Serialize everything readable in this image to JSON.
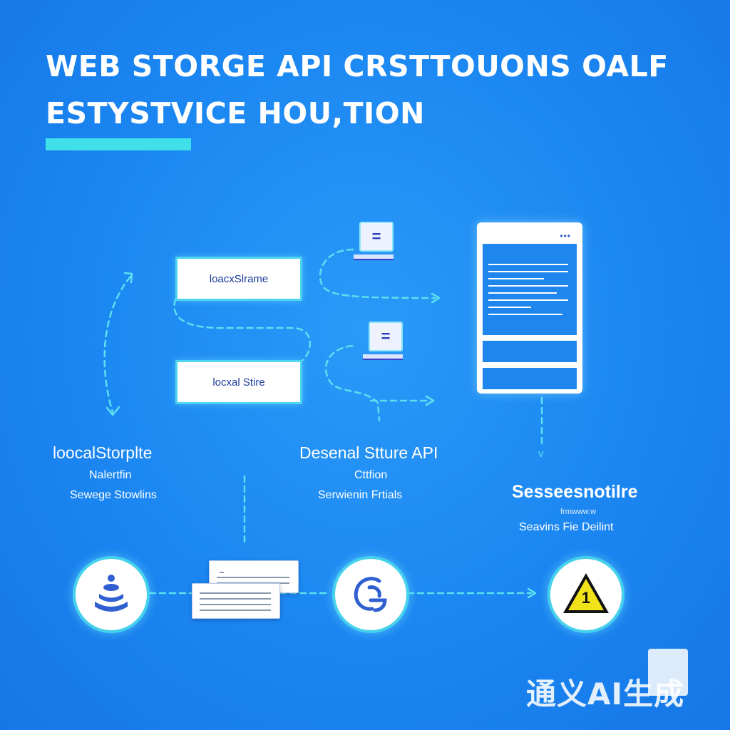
{
  "title": {
    "line1": "WEB STORGE API CRSTTOUONS OALF",
    "line2": "ESTYSTVICE HOU,TION"
  },
  "boxes": {
    "top": "loacxSlrame",
    "bottom": "locxal Stire"
  },
  "doc_icon_glyph": "=",
  "left_label": {
    "title": "loocalStorplte",
    "sub1": "Nalertfin",
    "sub2": "Sewege Stowlins"
  },
  "mid_label": {
    "title": "Desenal Stture API",
    "sub1": "Cttfion",
    "sub2": "Serwienin Frtials"
  },
  "right_label": {
    "title": "Sesseesnotilre",
    "tiny": "frmwww.w",
    "sub2": "Seavins Fie Deilint"
  },
  "device_dots": "•••",
  "arrow_glyph": "v",
  "warning_glyph": "1",
  "watermark": "通义AI生成",
  "icons": [
    "cylinder-stack-icon",
    "refresh-c-icon",
    "warning-icon",
    "document-stack-icon",
    "device-screen-icon"
  ],
  "colors": {
    "background": "#1b86f1",
    "accent": "#3fe0ea",
    "connector": "#5ce0f0",
    "icon_blue": "#2f5fd0",
    "warning_yellow": "#f2e21a"
  }
}
